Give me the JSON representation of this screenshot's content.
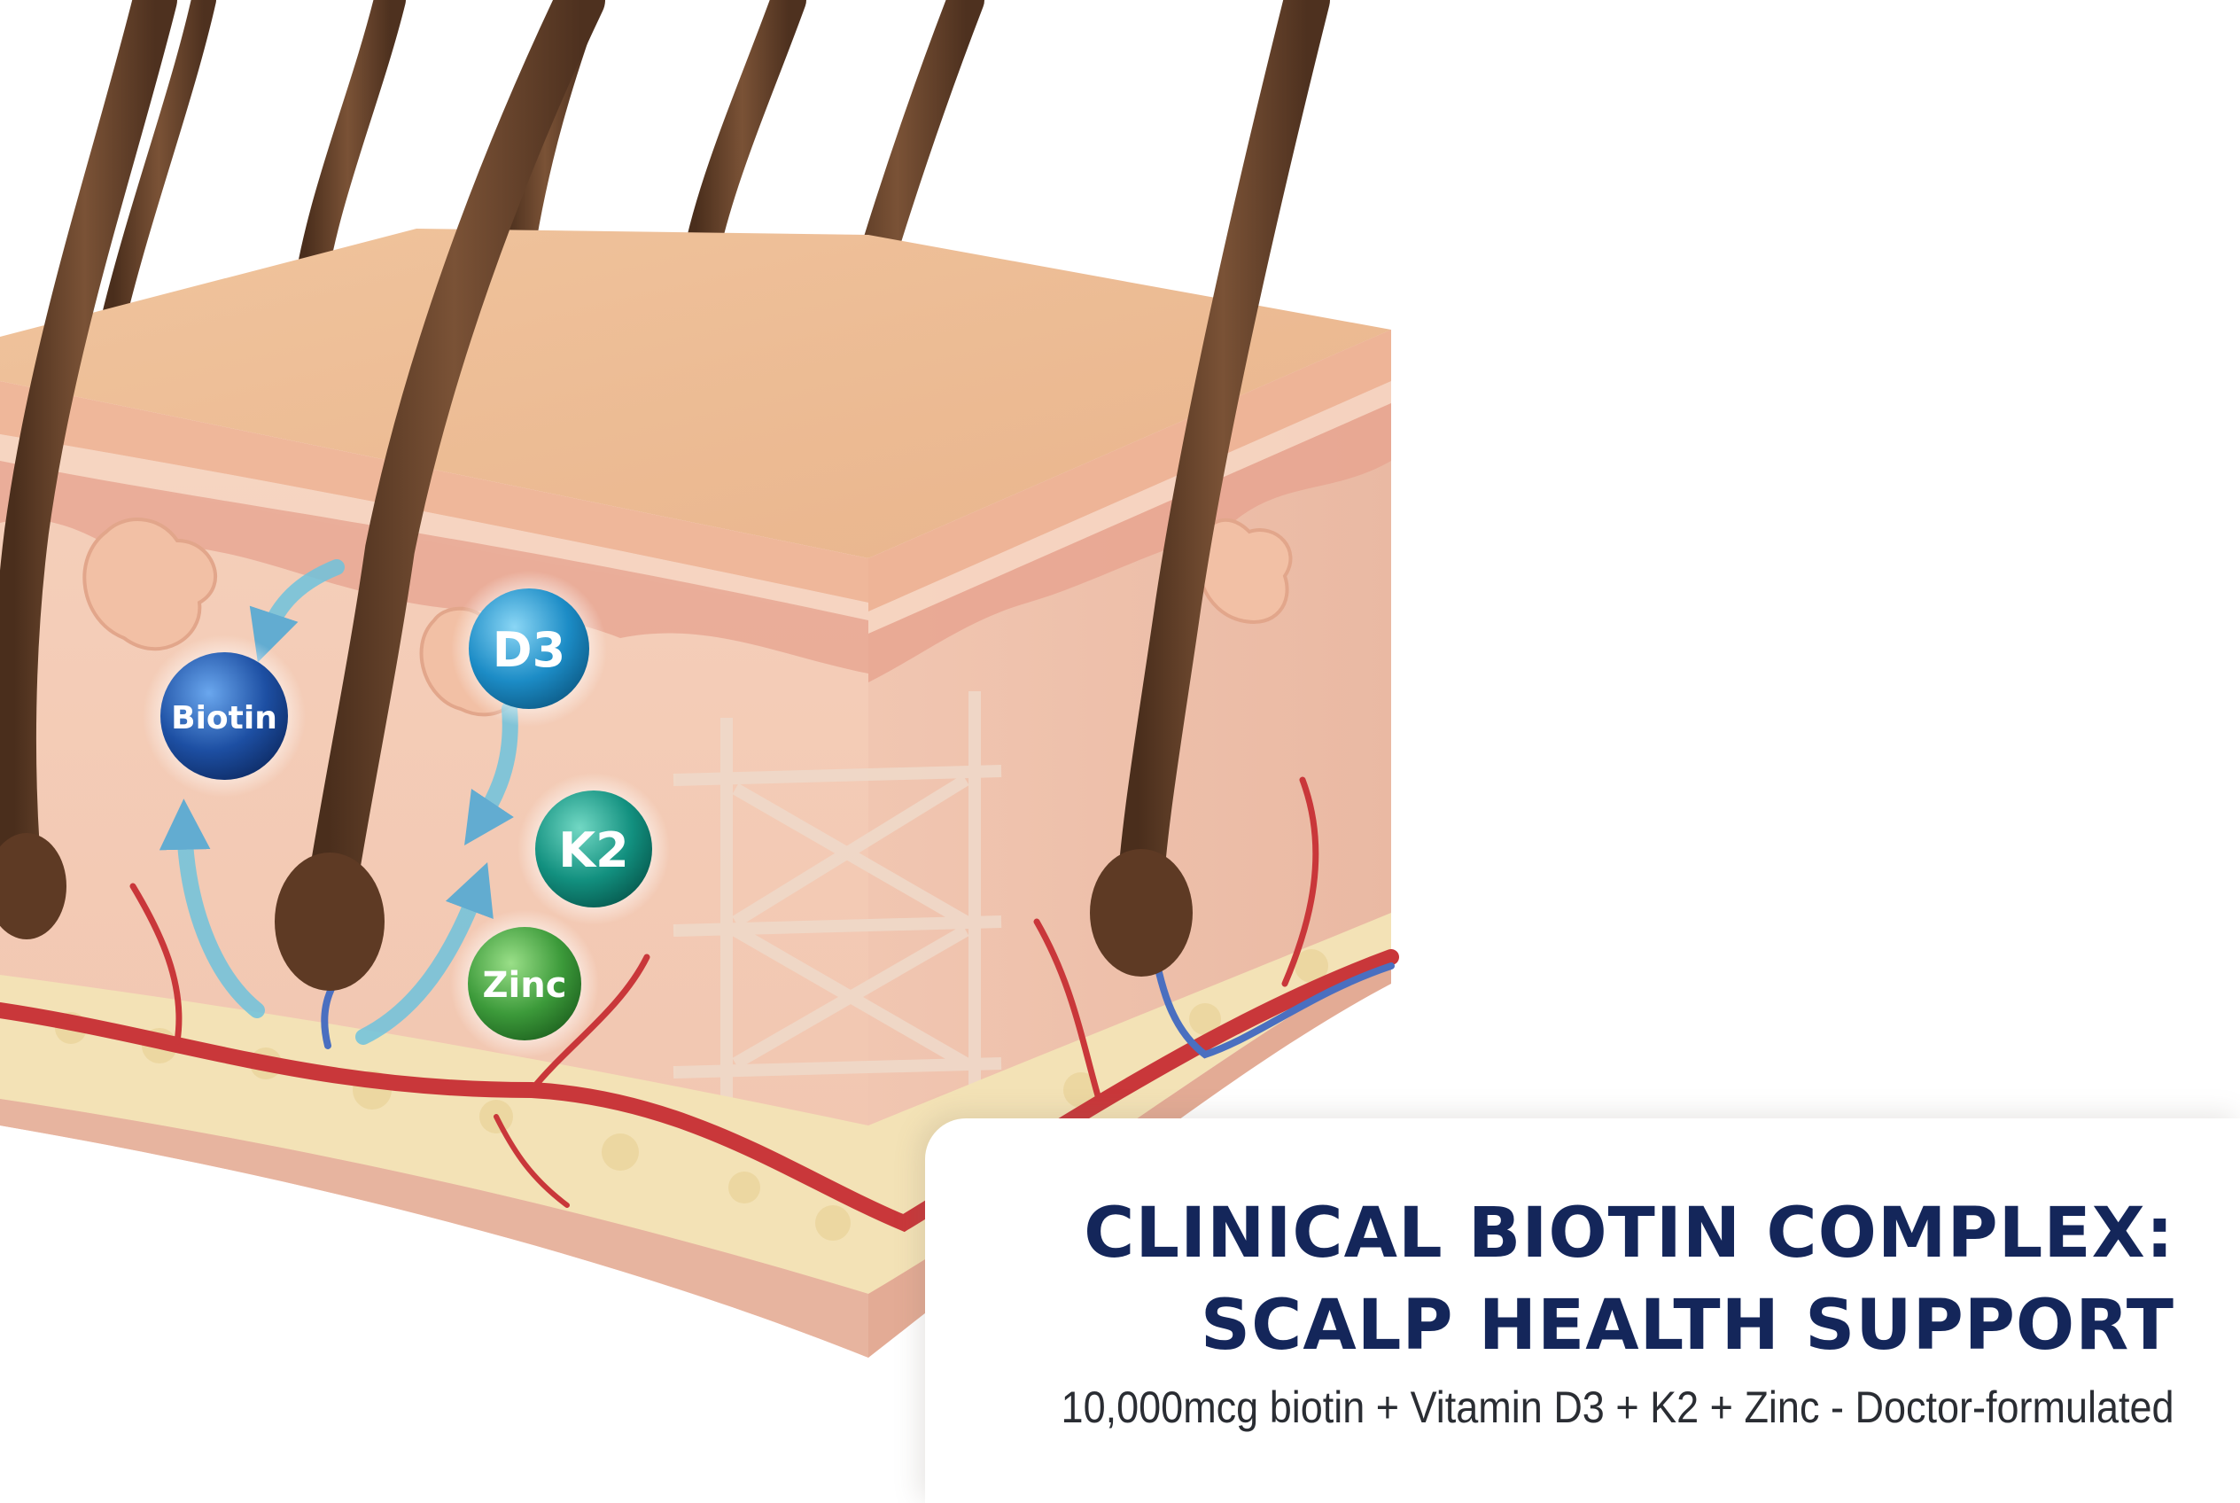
{
  "nutrients": {
    "biotin": "Biotin",
    "d3": "D3",
    "k2": "K2",
    "zinc": "Zinc"
  },
  "card": {
    "title_line_1": "CLINICAL BIOTIN COMPLEX:",
    "title_line_2": "SCALP HEALTH SUPPORT",
    "subtitle": "10,000mcg biotin + Vitamin D3 + K2 + Zinc - Doctor-formulated"
  },
  "colors": {
    "title": "#14265a",
    "subtitle": "#2a2d33",
    "biotin": "#1d4fa3",
    "d3": "#1c8cc6",
    "k2": "#12907f",
    "zinc": "#3c9a3a"
  }
}
